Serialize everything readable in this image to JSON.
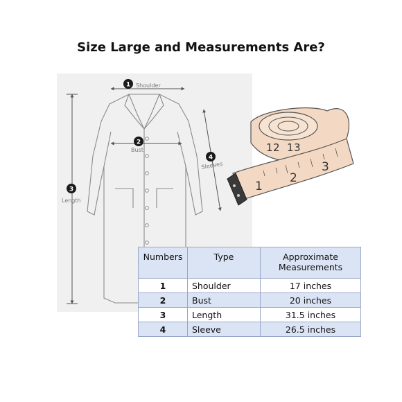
{
  "title": "Size Large and Measurements Are?",
  "diagram": {
    "labels": [
      {
        "number": "1",
        "text": "Shoulder"
      },
      {
        "number": "2",
        "text": "Bust"
      },
      {
        "number": "3",
        "text": "Length"
      },
      {
        "number": "4",
        "text": "Sleeves"
      }
    ]
  },
  "tape": {
    "roll_marks": [
      "1",
      "2",
      "1",
      "3"
    ],
    "strip_marks": [
      "1",
      "2",
      "3"
    ]
  },
  "table": {
    "headers": {
      "numbers": "Numbers",
      "type": "Type",
      "measurements": "Approximate Measurements"
    },
    "rows": [
      {
        "number": "1",
        "type": "Shoulder",
        "measurement": "17 inches"
      },
      {
        "number": "2",
        "type": "Bust",
        "measurement": "20 inches"
      },
      {
        "number": "3",
        "type": "Length",
        "measurement": "31.5 inches"
      },
      {
        "number": "4",
        "type": "Sleeve",
        "measurement": "26.5 inches"
      }
    ]
  },
  "colors": {
    "header_fill": "#dbe4f5",
    "tape": "#f3d9c3",
    "panel": "#f0f0f0",
    "badge": "#1a1a1a"
  }
}
